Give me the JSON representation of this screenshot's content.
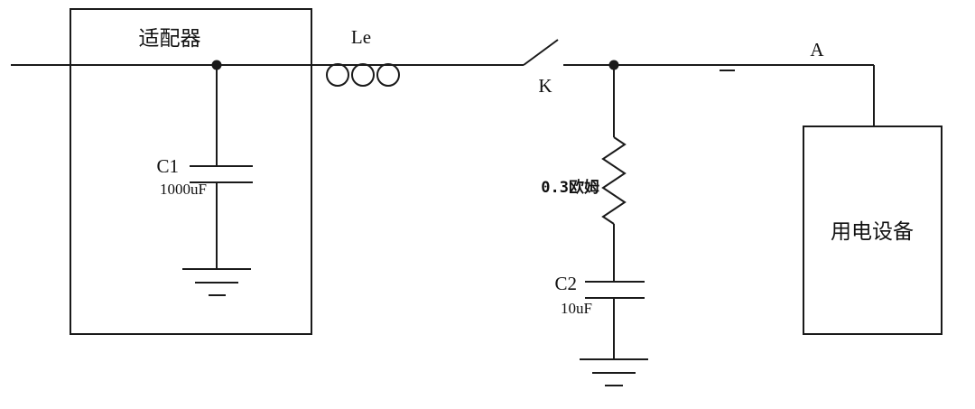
{
  "diagram": {
    "adapter": {
      "label": "适配器",
      "c1_label": "C1",
      "c1_value": "1000uF"
    },
    "inductor_label": "Le",
    "switch_label": "K",
    "node_a_label": "A",
    "snubber": {
      "resistor_value": "0.3欧姆",
      "c2_label": "C2",
      "c2_value": "10uF"
    },
    "load_label": "用电设备"
  },
  "colors": {
    "line": "#1a1a1a",
    "background": "#ffffff"
  }
}
